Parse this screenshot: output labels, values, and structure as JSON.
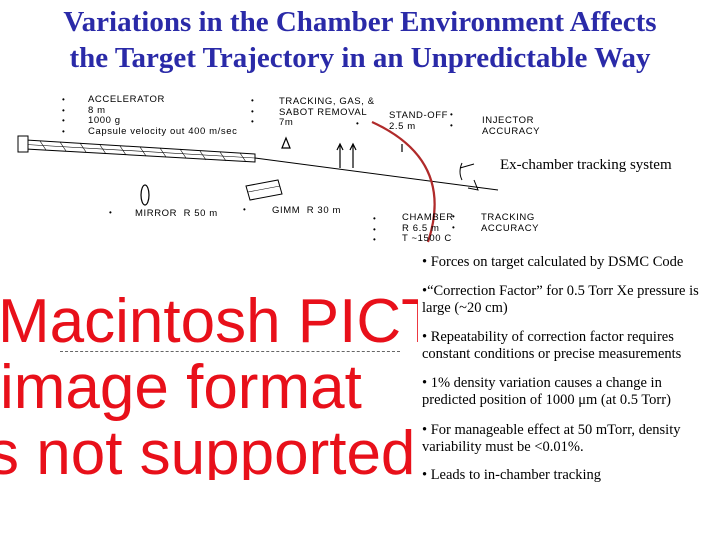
{
  "title": {
    "line1": "Variations in the Chamber Environment Affects",
    "line2": "the Target Trajectory in an Unpredictable Way"
  },
  "diagram": {
    "accelerator": [
      "ACCELERATOR",
      "8 m",
      "1000 g",
      "Capsule velocity out 400 m/sec"
    ],
    "tracking_gas": [
      "TRACKING, GAS, &",
      "SABOT REMOVAL",
      "7m"
    ],
    "standoff": [
      "STAND-OFF",
      "2.5 m"
    ],
    "injector": [
      "INJECTOR",
      "ACCURACY"
    ],
    "ex_chamber": "Ex-chamber tracking system",
    "mirror": "MIRROR  R 50 m",
    "gimm": "GIMM  R 30 m",
    "chamber": [
      "CHAMBER",
      "R 6.5 m",
      "T ~1500 C"
    ],
    "tracking_acc": [
      "TRACKING",
      "ACCURACY"
    ]
  },
  "pict_placeholder": [
    "Macintosh PICT",
    "image format",
    "s not supported"
  ],
  "bullets": [
    "• Forces on target calculated by DSMC Code",
    "•“Correction Factor” for 0.5 Torr Xe pressure is large (~20 cm)",
    "• Repeatability of correction factor requires constant conditions or precise measurements",
    "• 1% density variation causes a change in predicted position of 1000 μm (at 0.5 Torr)",
    "• For manageable effect at 50 mTorr, density variability must be <0.01%.",
    "• Leads to in-chamber tracking"
  ]
}
